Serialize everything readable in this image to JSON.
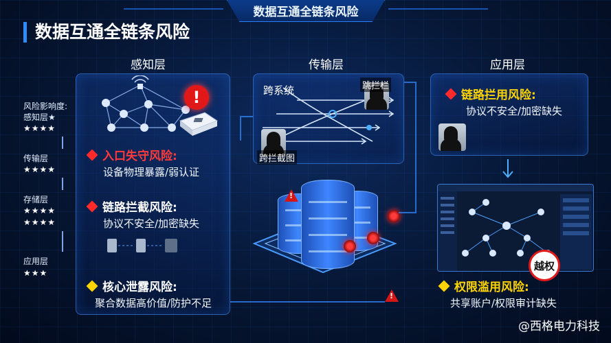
{
  "banner_title": "数据互通全链条风险",
  "main_title": "数据互通全链条风险",
  "layers": {
    "perception": "感知层",
    "transport": "传输层",
    "application": "应用层"
  },
  "impact": {
    "heading_line1": "风险影响度:",
    "heading_line2": "感知层★",
    "perception_stars": "★★★★",
    "transport_label": "传输层",
    "transport_stars": "★★★★",
    "storage_label": "存储层",
    "storage_stars_1": "★★★★",
    "storage_stars_2": "★★★★",
    "application_label": "应用层",
    "application_stars": "★★★"
  },
  "risks": {
    "entry": {
      "label": "入口失守风险:",
      "desc": "设备物理暴露/弱认证",
      "color": "#ff2b2b"
    },
    "link_left": {
      "label": "链路拦截风险:",
      "desc": "协议不安全/加密缺失",
      "color": "#ff2b2b"
    },
    "core": {
      "label": "核心泄露风险:",
      "desc": "聚合数据高价值/防护不足",
      "color": "#ffd400"
    },
    "link_right": {
      "label": "链路拦用风险:",
      "desc": "协议不安全/加密缺失",
      "color": "#ff2b2b"
    },
    "permission": {
      "label": "权限滥用风险:",
      "desc": "共享账户/权限审计缺失",
      "color": "#ffd400"
    }
  },
  "transport_labels": {
    "cross_system": "跨系统",
    "intercept_top": "跳拦栏",
    "intercept_bottom": "跨拦截图"
  },
  "stamp_text": "越权",
  "watermark": "@西格电力科技",
  "icons": [
    "alert-icon",
    "router-icon",
    "server-icon",
    "hacker-icon",
    "warning-icon"
  ]
}
